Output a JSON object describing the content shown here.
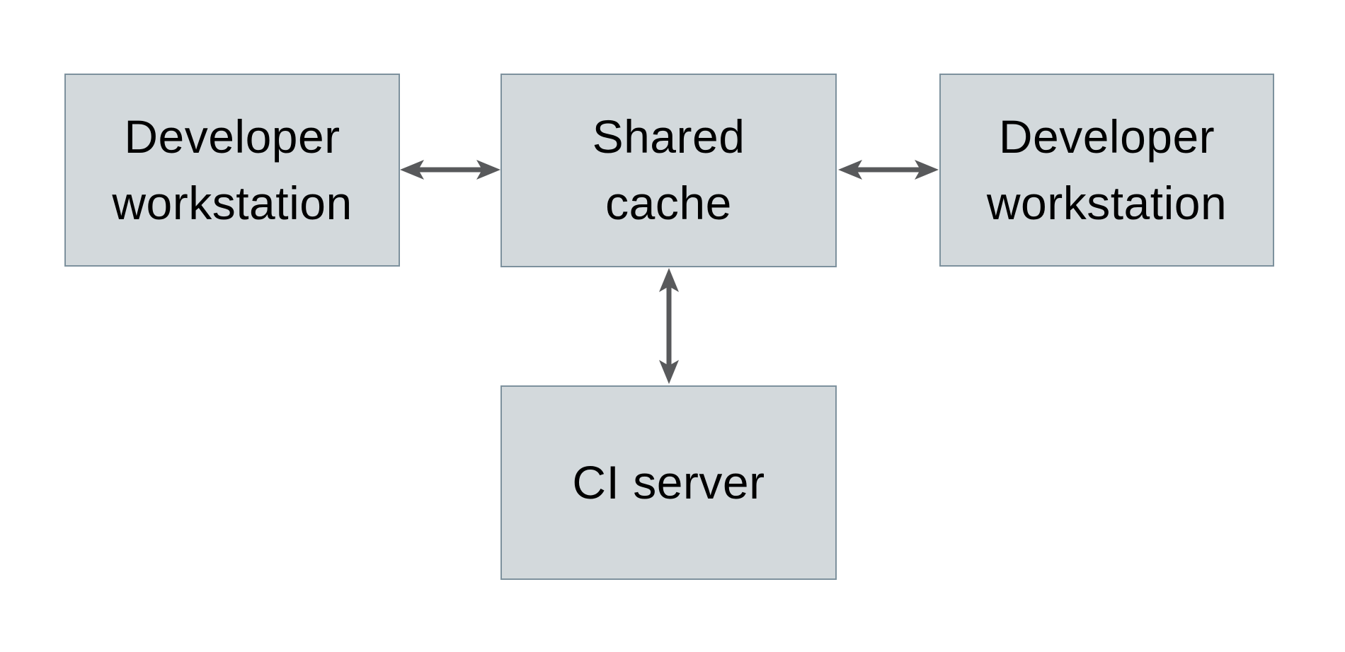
{
  "diagram": {
    "type": "architecture-diagram",
    "colors": {
      "background": "#ffffff",
      "box_fill": "#d3d9dc",
      "box_border": "#7d919d",
      "arrow": "#58595b",
      "text": "#000000"
    },
    "nodes": [
      {
        "id": "developer-workstation-left",
        "line1": "Developer",
        "line2": "workstation"
      },
      {
        "id": "shared-cache",
        "line1": "Shared",
        "line2": "cache"
      },
      {
        "id": "developer-workstation-right",
        "line1": "Developer",
        "line2": "workstation"
      },
      {
        "id": "ci-server",
        "line1": "CI server"
      }
    ],
    "edges": [
      {
        "from": "developer-workstation-left",
        "to": "shared-cache",
        "direction": "bidirectional"
      },
      {
        "from": "shared-cache",
        "to": "developer-workstation-right",
        "direction": "bidirectional"
      },
      {
        "from": "shared-cache",
        "to": "ci-server",
        "direction": "bidirectional"
      }
    ]
  }
}
